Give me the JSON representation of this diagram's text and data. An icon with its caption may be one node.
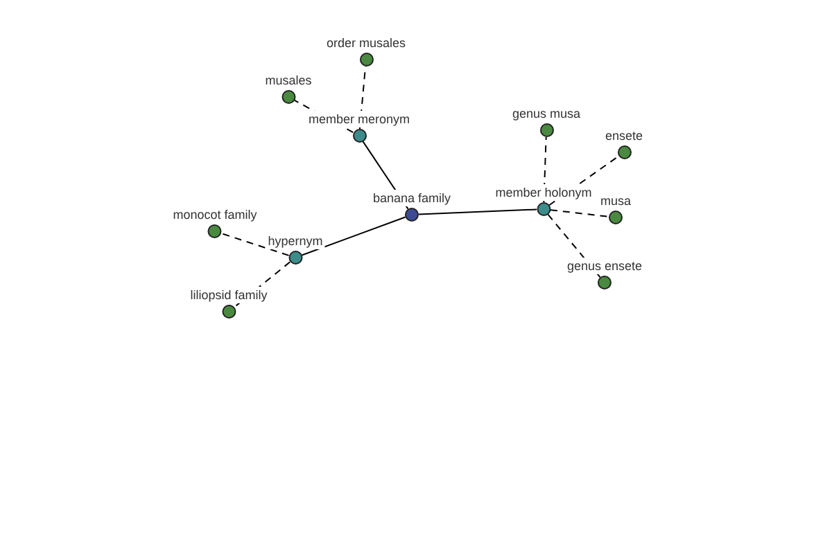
{
  "diagram": {
    "nodes": [
      {
        "text": [
          "banana family"
        ]
      },
      {
        "text": [
          "member meronym"
        ]
      },
      {
        "text": [
          "order musales"
        ]
      },
      {
        "text": [
          "musales"
        ]
      },
      {
        "text": [
          "hypernym"
        ]
      },
      {
        "text": [
          "monocot family"
        ]
      },
      {
        "text": [
          "liliopsid family"
        ]
      },
      {
        "text": [
          "member holonym"
        ]
      },
      {
        "text": [
          "genus musa"
        ]
      },
      {
        "text": [
          "ensete"
        ]
      },
      {
        "text": [
          "musa"
        ]
      },
      {
        "text": [
          "genus ensete"
        ]
      }
    ],
    "edges": [
      {
        "from": 0,
        "to": 1,
        "arrow": "none"
      },
      {
        "from": 1,
        "to": 2,
        "arrow": "none",
        "style": "dashed"
      },
      {
        "from": 1,
        "to": 3,
        "arrow": "none",
        "style": "dashed"
      },
      {
        "from": 0,
        "to": 4,
        "arrow": "none"
      },
      {
        "from": 4,
        "to": 5,
        "arrow": "none",
        "style": "dashed"
      },
      {
        "from": 4,
        "to": 6,
        "arrow": "none",
        "style": "dashed"
      },
      {
        "from": 0,
        "to": 7,
        "arrow": "none"
      },
      {
        "from": 7,
        "to": 8,
        "arrow": "none",
        "style": "dashed"
      },
      {
        "from": 7,
        "to": 9,
        "arrow": "none",
        "style": "dashed"
      },
      {
        "from": 7,
        "to": 10,
        "arrow": "none",
        "style": "dashed"
      },
      {
        "from": 7,
        "to": 11,
        "arrow": "none",
        "style": "dashed"
      }
    ]
  }
}
